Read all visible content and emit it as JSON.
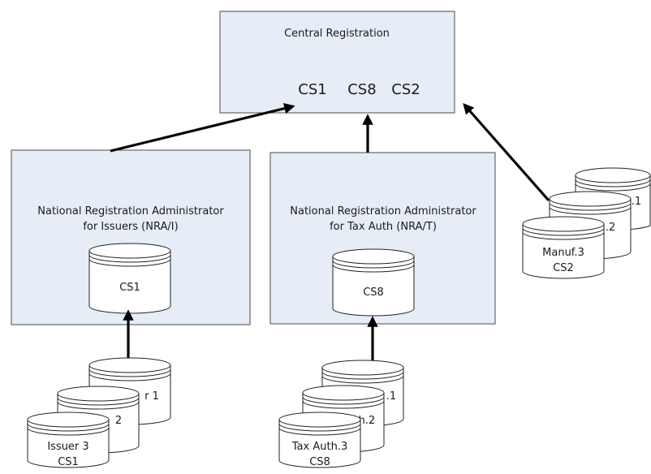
{
  "central": {
    "title": "Central Registration",
    "codes": [
      "CS1",
      "CS8",
      "CS2"
    ]
  },
  "nra_issuers": {
    "line1": "National Registration Administrator",
    "line2": "for Issuers (NRA/I)",
    "db_label": "CS1"
  },
  "nra_tax": {
    "line1": "National Registration Administrator",
    "line2": "for Tax Auth (NRA/T)",
    "db_label": "CS8"
  },
  "issuer_stack": {
    "back_label": "r 1",
    "mid_label": "2",
    "front_line1": "Issuer 3",
    "front_line2": "CS1"
  },
  "tax_stack": {
    "back_label": ".1",
    "mid_label": "h.2",
    "front_line1": "Tax Auth.3",
    "front_line2": "CS8"
  },
  "manuf_stack": {
    "back_label": ".1",
    "mid_label": ".2",
    "front_line1": "Manuf.3",
    "front_line2": "CS2"
  }
}
